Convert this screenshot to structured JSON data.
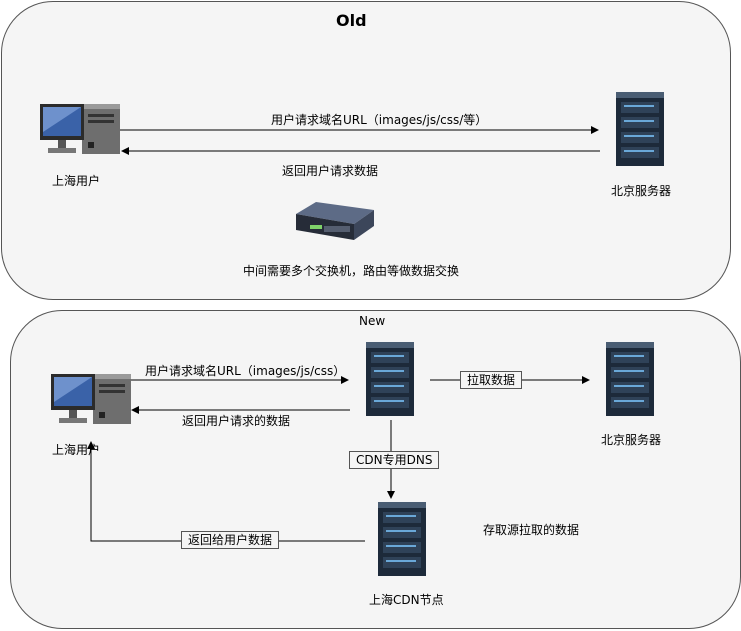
{
  "old": {
    "title": "Old",
    "client_label": "上海用户",
    "server_label": "北京服务器",
    "request_label": "用户请求域名URL（images/js/css/等）",
    "response_label": "返回用户请求数据",
    "switch_note": "中间需要多个交换机，路由等做数据交换"
  },
  "new": {
    "title": "New",
    "client_label": "上海用户",
    "request_label": "用户请求域名URL（images/js/css）",
    "response_label": "返回用户请求的数据",
    "pull_label": "拉取数据",
    "server_label": "北京服务器",
    "dns_label": "CDN专用DNS",
    "return_label": "返回给用户数据",
    "cdn_node_label": "上海CDN节点",
    "origin_note": "存取源拉取的数据"
  },
  "icons": [
    "desktop-computer-icon",
    "rack-server-icon",
    "network-switch-icon"
  ]
}
